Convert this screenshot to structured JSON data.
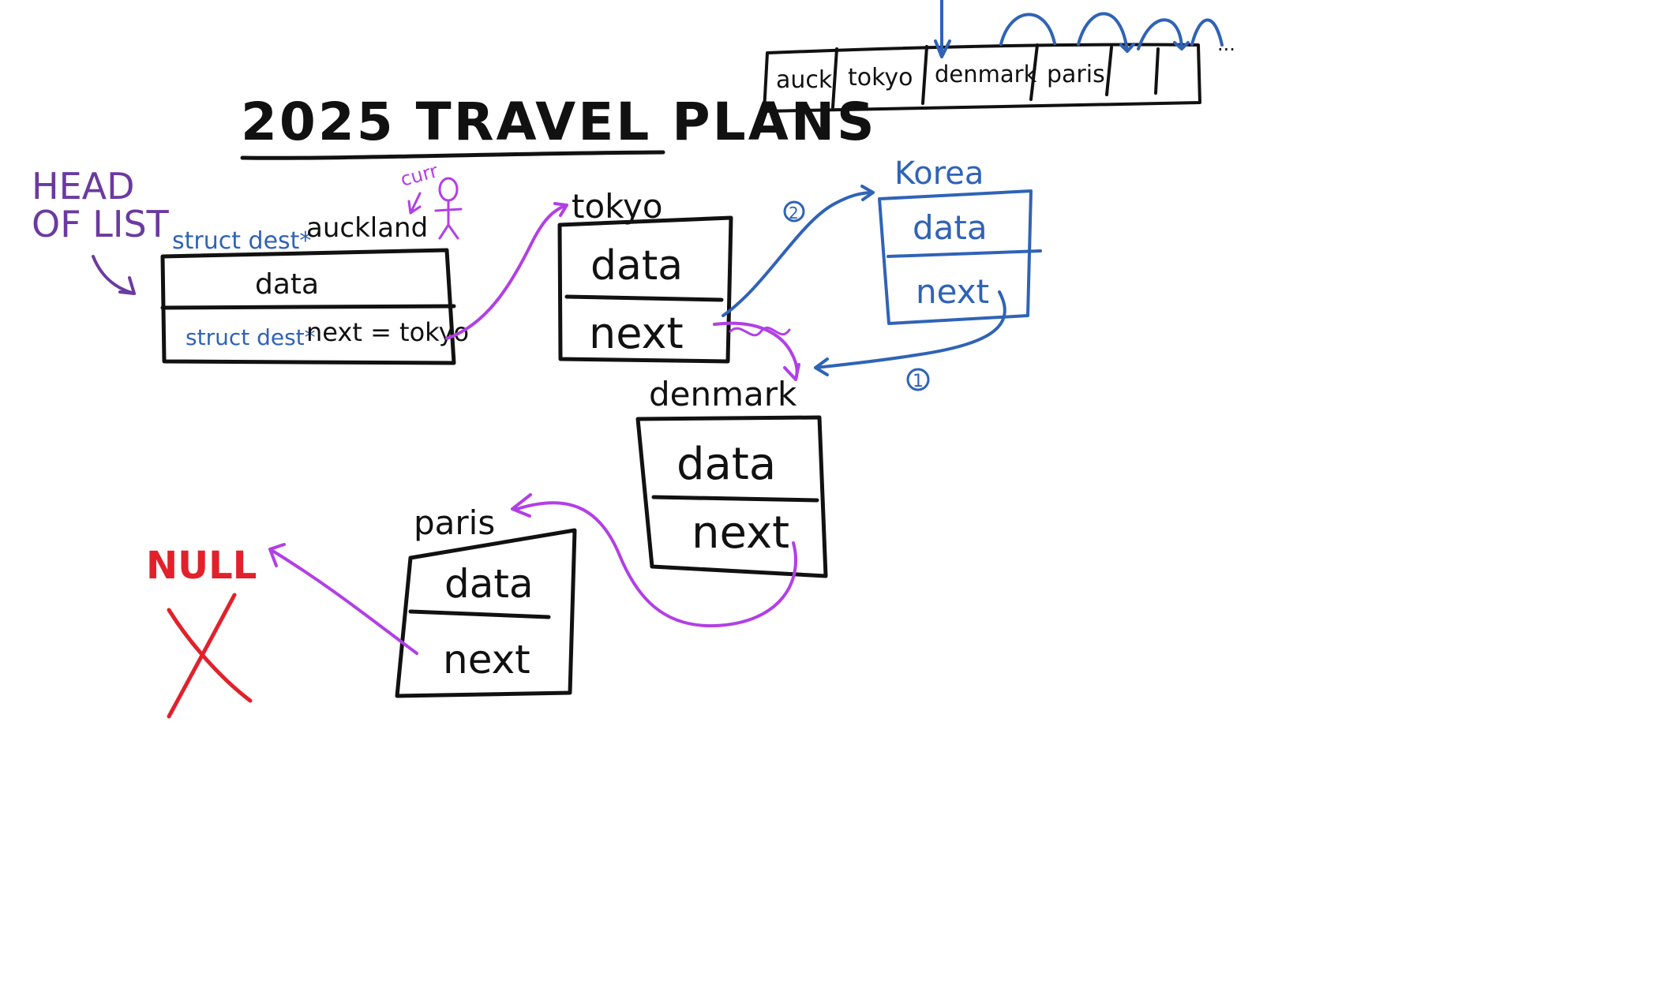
{
  "title": "2025 TRAVEL PLANS",
  "head_label_line1": "HEAD",
  "head_label_line2": "OF LIST",
  "curr_label": "curr",
  "null_label": "NULL",
  "nodes": {
    "auckland": {
      "name": "auckland",
      "type_prefix": "struct dest*",
      "data": "data",
      "next_prefix": "struct dest*",
      "next": "next = tokyo"
    },
    "tokyo": {
      "name": "tokyo",
      "data": "data",
      "next": "next"
    },
    "denmark": {
      "name": "denmark",
      "data": "data",
      "next": "next"
    },
    "paris": {
      "name": "paris",
      "data": "data",
      "next": "next"
    },
    "korea": {
      "name": "Korea",
      "data": "data",
      "next": "next"
    }
  },
  "step_labels": {
    "step1": "1",
    "step2": "2"
  },
  "array": {
    "cells": [
      "auck",
      "tokyo",
      "denmark",
      "paris",
      "",
      ""
    ],
    "ellipsis": "..."
  },
  "colors": {
    "black": "#111111",
    "blue": "#2f63b6",
    "purple": "#6b3aa0",
    "magenta": "#b23fe6",
    "red": "#e2212b"
  }
}
